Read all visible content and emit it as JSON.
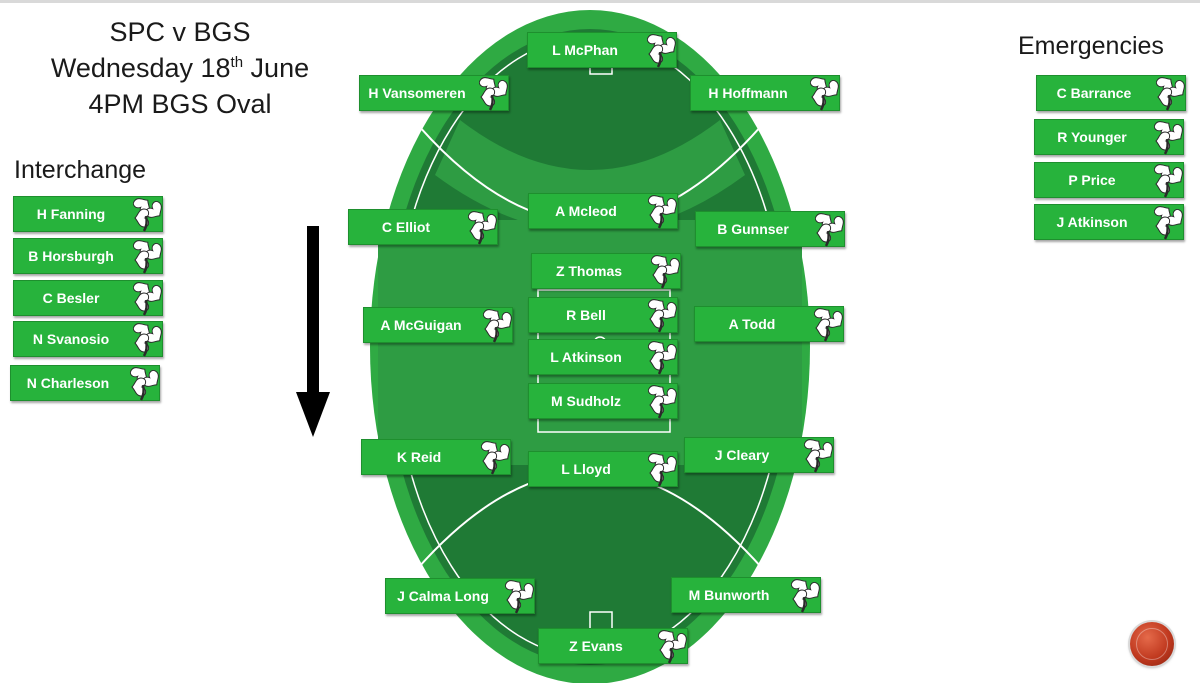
{
  "title": {
    "line1": "SPC v BGS",
    "line2_pre": "Wednesday 18",
    "line2_sup": "th",
    "line2_post": " June",
    "line3": "4PM BGS Oval"
  },
  "interchange": {
    "heading": "Interchange",
    "players": [
      "H Fanning",
      "B Horsburgh",
      "C Besler",
      "N Svanosio",
      "N Charleson"
    ]
  },
  "emergencies": {
    "heading": "Emergencies",
    "players": [
      "C Barrance",
      "R Younger",
      "P Price",
      "J Atkinson"
    ]
  },
  "field": {
    "players": [
      "L McPhan",
      "H Vansomeren",
      "H Hoffmann",
      "A Mcleod",
      "C Elliot",
      "B Gunnser",
      "Z Thomas",
      "R Bell",
      "A McGuigan",
      "A Todd",
      "L Atkinson",
      "M Sudholz",
      "K Reid",
      "L Lloyd",
      "J Cleary",
      "J Calma Long",
      "M Bunworth",
      "Z Evans"
    ]
  },
  "colors": {
    "card": "#27b33c",
    "oval_outer": "#2faa43",
    "oval_inner": "#1f7a35",
    "arrow": "#000000",
    "record_button": "#c0391f"
  }
}
